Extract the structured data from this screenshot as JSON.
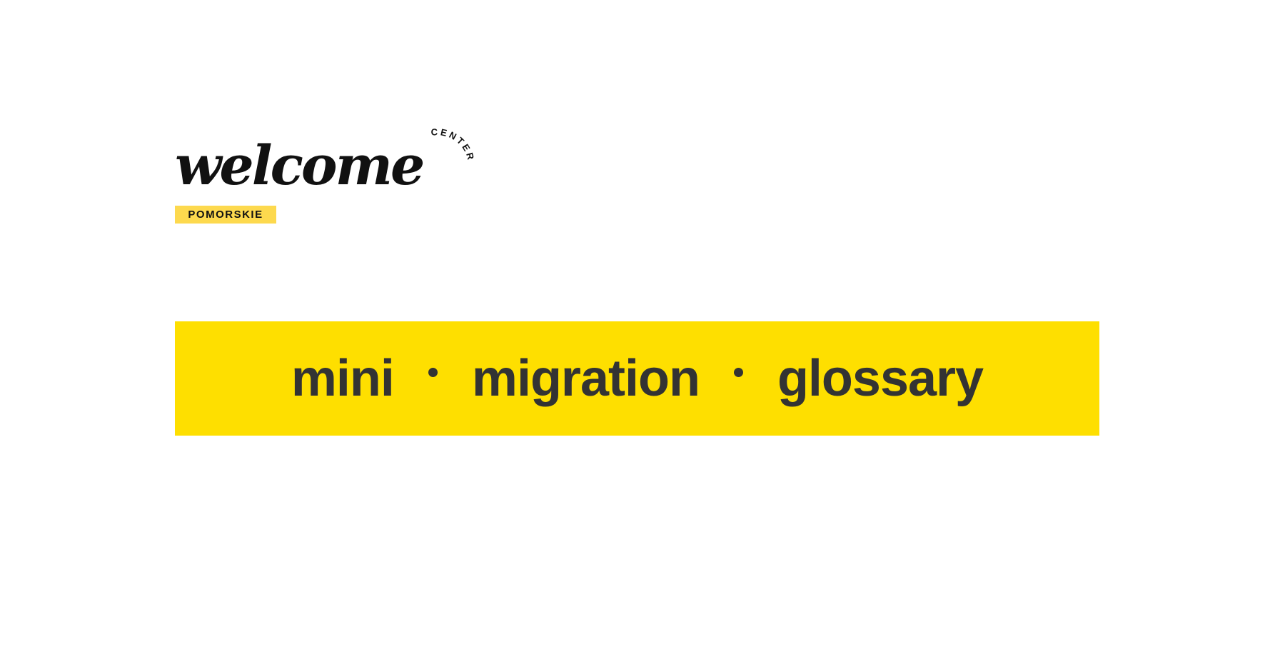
{
  "logo": {
    "word": "welcome",
    "arc_text": "CENTER",
    "badge": "POMORSKIE",
    "badge_color": "#fdd94e"
  },
  "banner": {
    "words": [
      "mini",
      "migration",
      "glossary"
    ],
    "separator_icon": "bullet-dot",
    "background": "#fedf00",
    "text_color": "#333333"
  }
}
